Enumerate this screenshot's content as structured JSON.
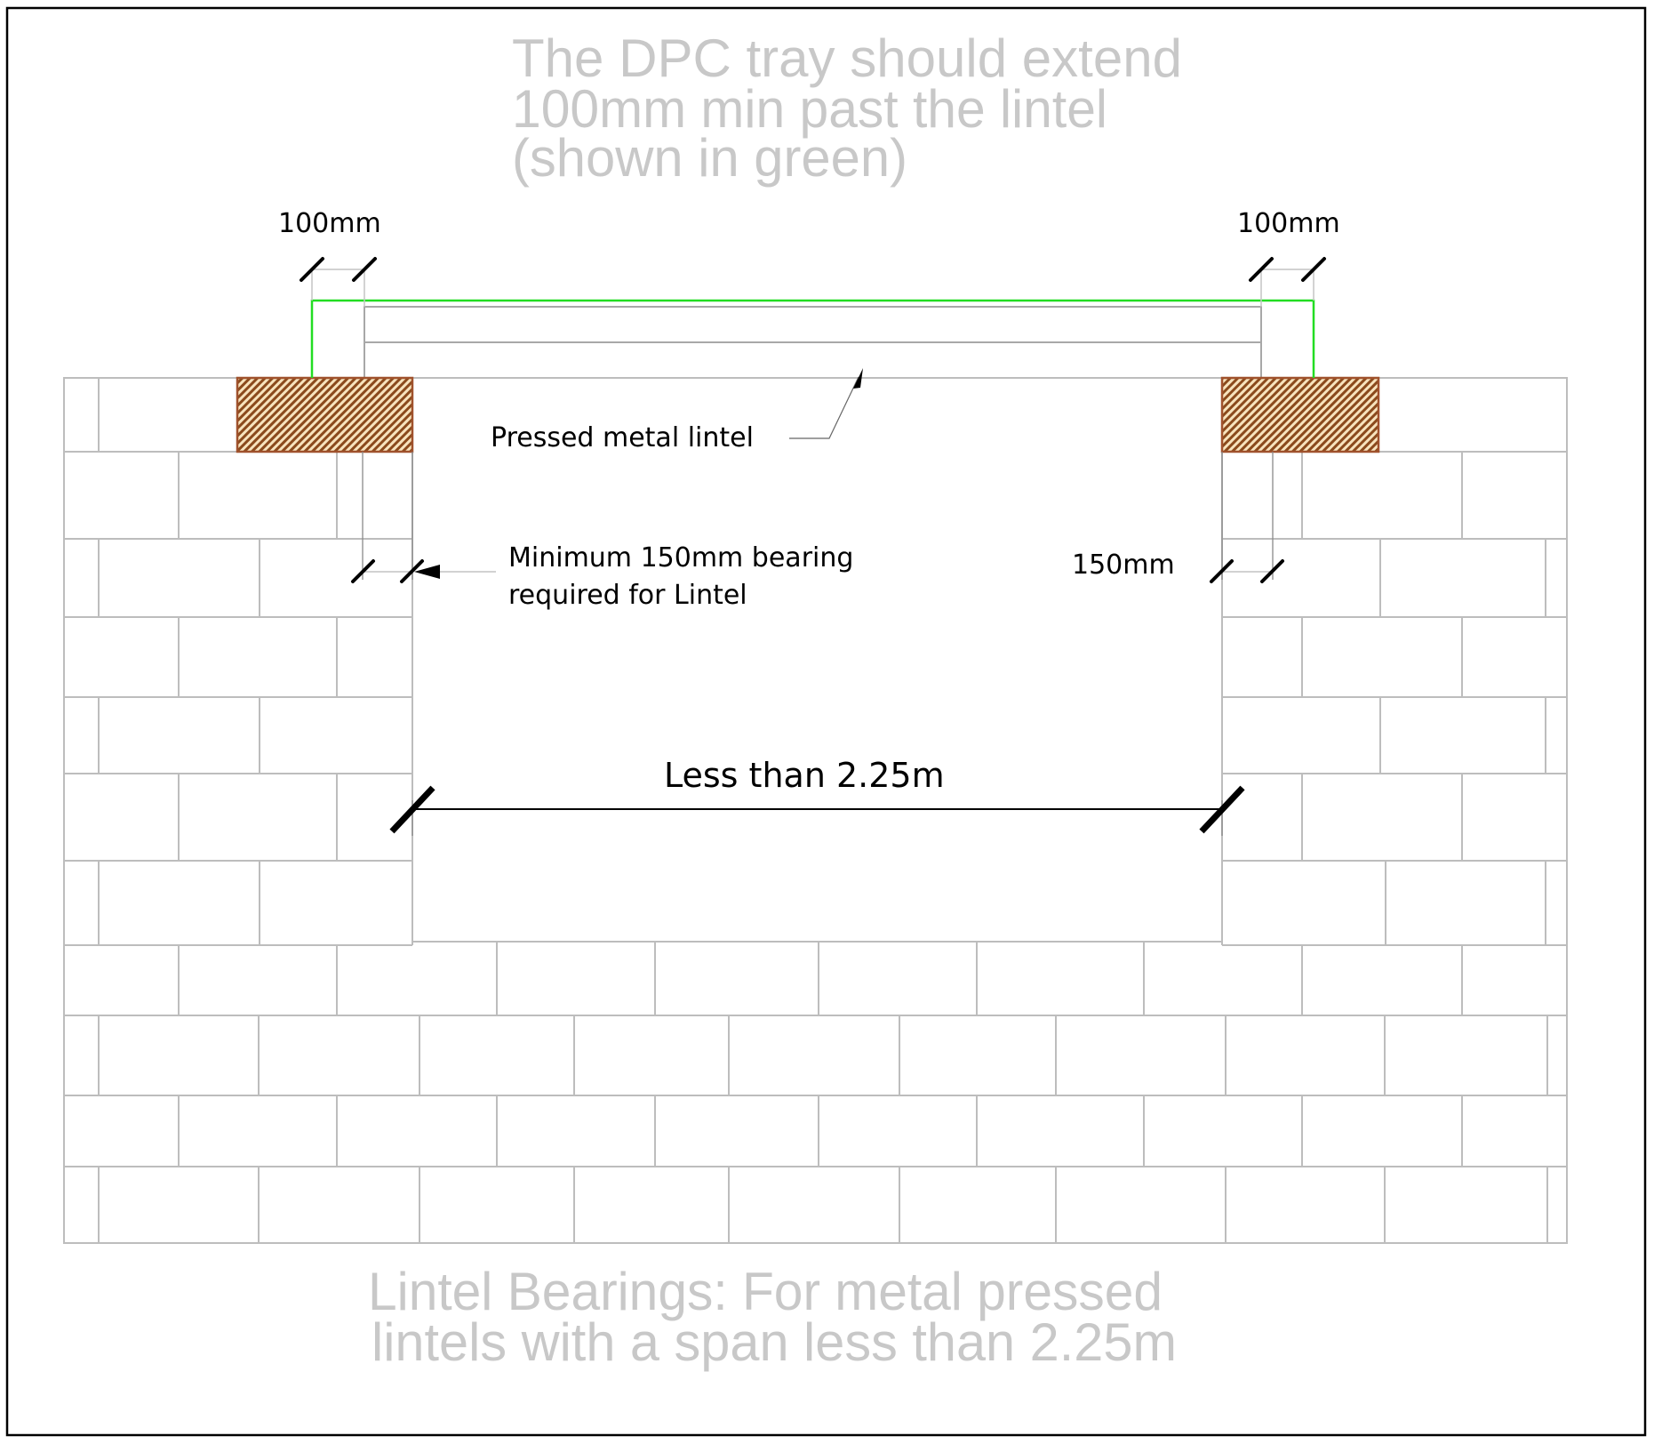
{
  "drawing": {
    "title_top": [
      "The DPC tray should extend",
      "100mm min past the lintel",
      "(shown in green)"
    ],
    "title_bottom": [
      "Lintel Bearings: For metal pressed",
      "lintels with a span less than 2.25m"
    ],
    "labels": {
      "dpc_left_extension": "100mm",
      "dpc_right_extension": "100mm",
      "lintel_callout": "Pressed metal lintel",
      "bearing_note_line1": "Minimum 150mm bearing",
      "bearing_note_line2": "required for Lintel",
      "right_bearing": "150mm",
      "span": "Less than 2.25m"
    },
    "colors": {
      "dpc_tray": "#22dd22",
      "bearing_pad_stroke": "#a0522d",
      "bearing_pad_stripe": "#8b4a1c",
      "bearing_pad_fill": "#f7e3bd",
      "brick_lines": "#bdbdbd",
      "title_text": "#c8c8c8"
    },
    "dimensions": {
      "min_bearing_mm": 150,
      "dpc_extension_mm": 100,
      "max_span_m": 2.25
    }
  }
}
